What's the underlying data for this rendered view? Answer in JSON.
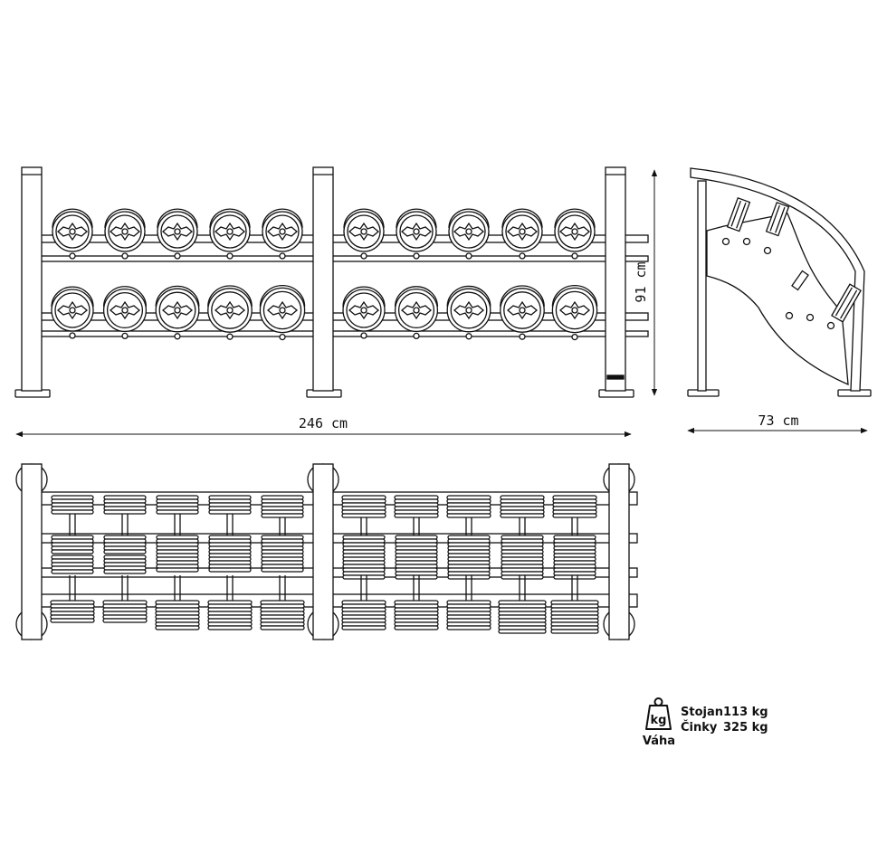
{
  "dimensions": {
    "width": "246 cm",
    "height": "91 cm",
    "depth": "73 cm"
  },
  "weight": {
    "icon": "kg-weight-icon",
    "icon_text": "kg",
    "caption": "Váha",
    "stand_label": "Stojan",
    "stand_value": "113 kg",
    "dumbbells_label": "Činky",
    "dumbbells_value": "325 kg"
  }
}
